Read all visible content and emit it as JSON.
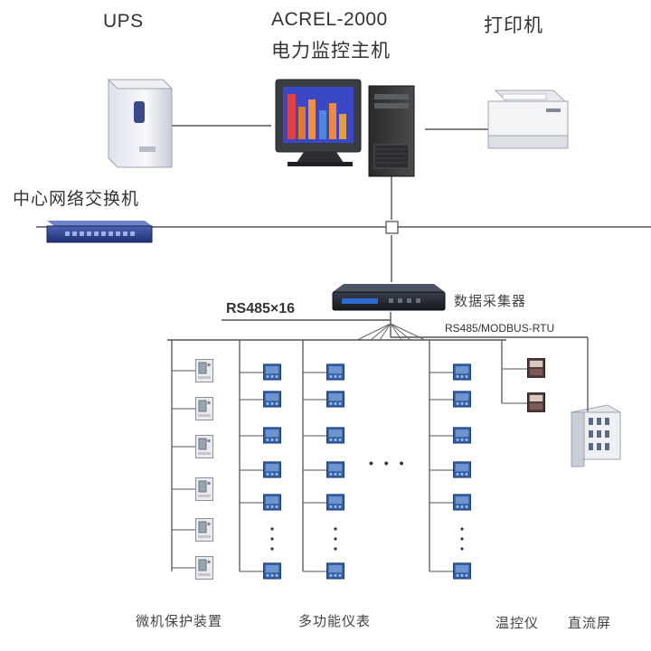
{
  "labels": {
    "ups": "UPS",
    "host_model": "ACREL-2000",
    "host_name": "电力监控主机",
    "printer": "打印机",
    "switch": "中心网络交换机",
    "collector": "数据采集器",
    "rs485_x16": "RS485×16",
    "rs485_modbus": "RS485/MODBUS-RTU",
    "ellipsis_h": "• • •",
    "group_protection": "微机保护装置",
    "group_meters": "多功能仪表",
    "group_temp": "温控仪",
    "group_dc": "直流屏"
  },
  "colors": {
    "line": "#555555",
    "device_blue": "#2f5fa8",
    "device_face": "#6f95cf",
    "monitor_screen": "#3a48c8",
    "switch_body": "#2b3f8e"
  }
}
